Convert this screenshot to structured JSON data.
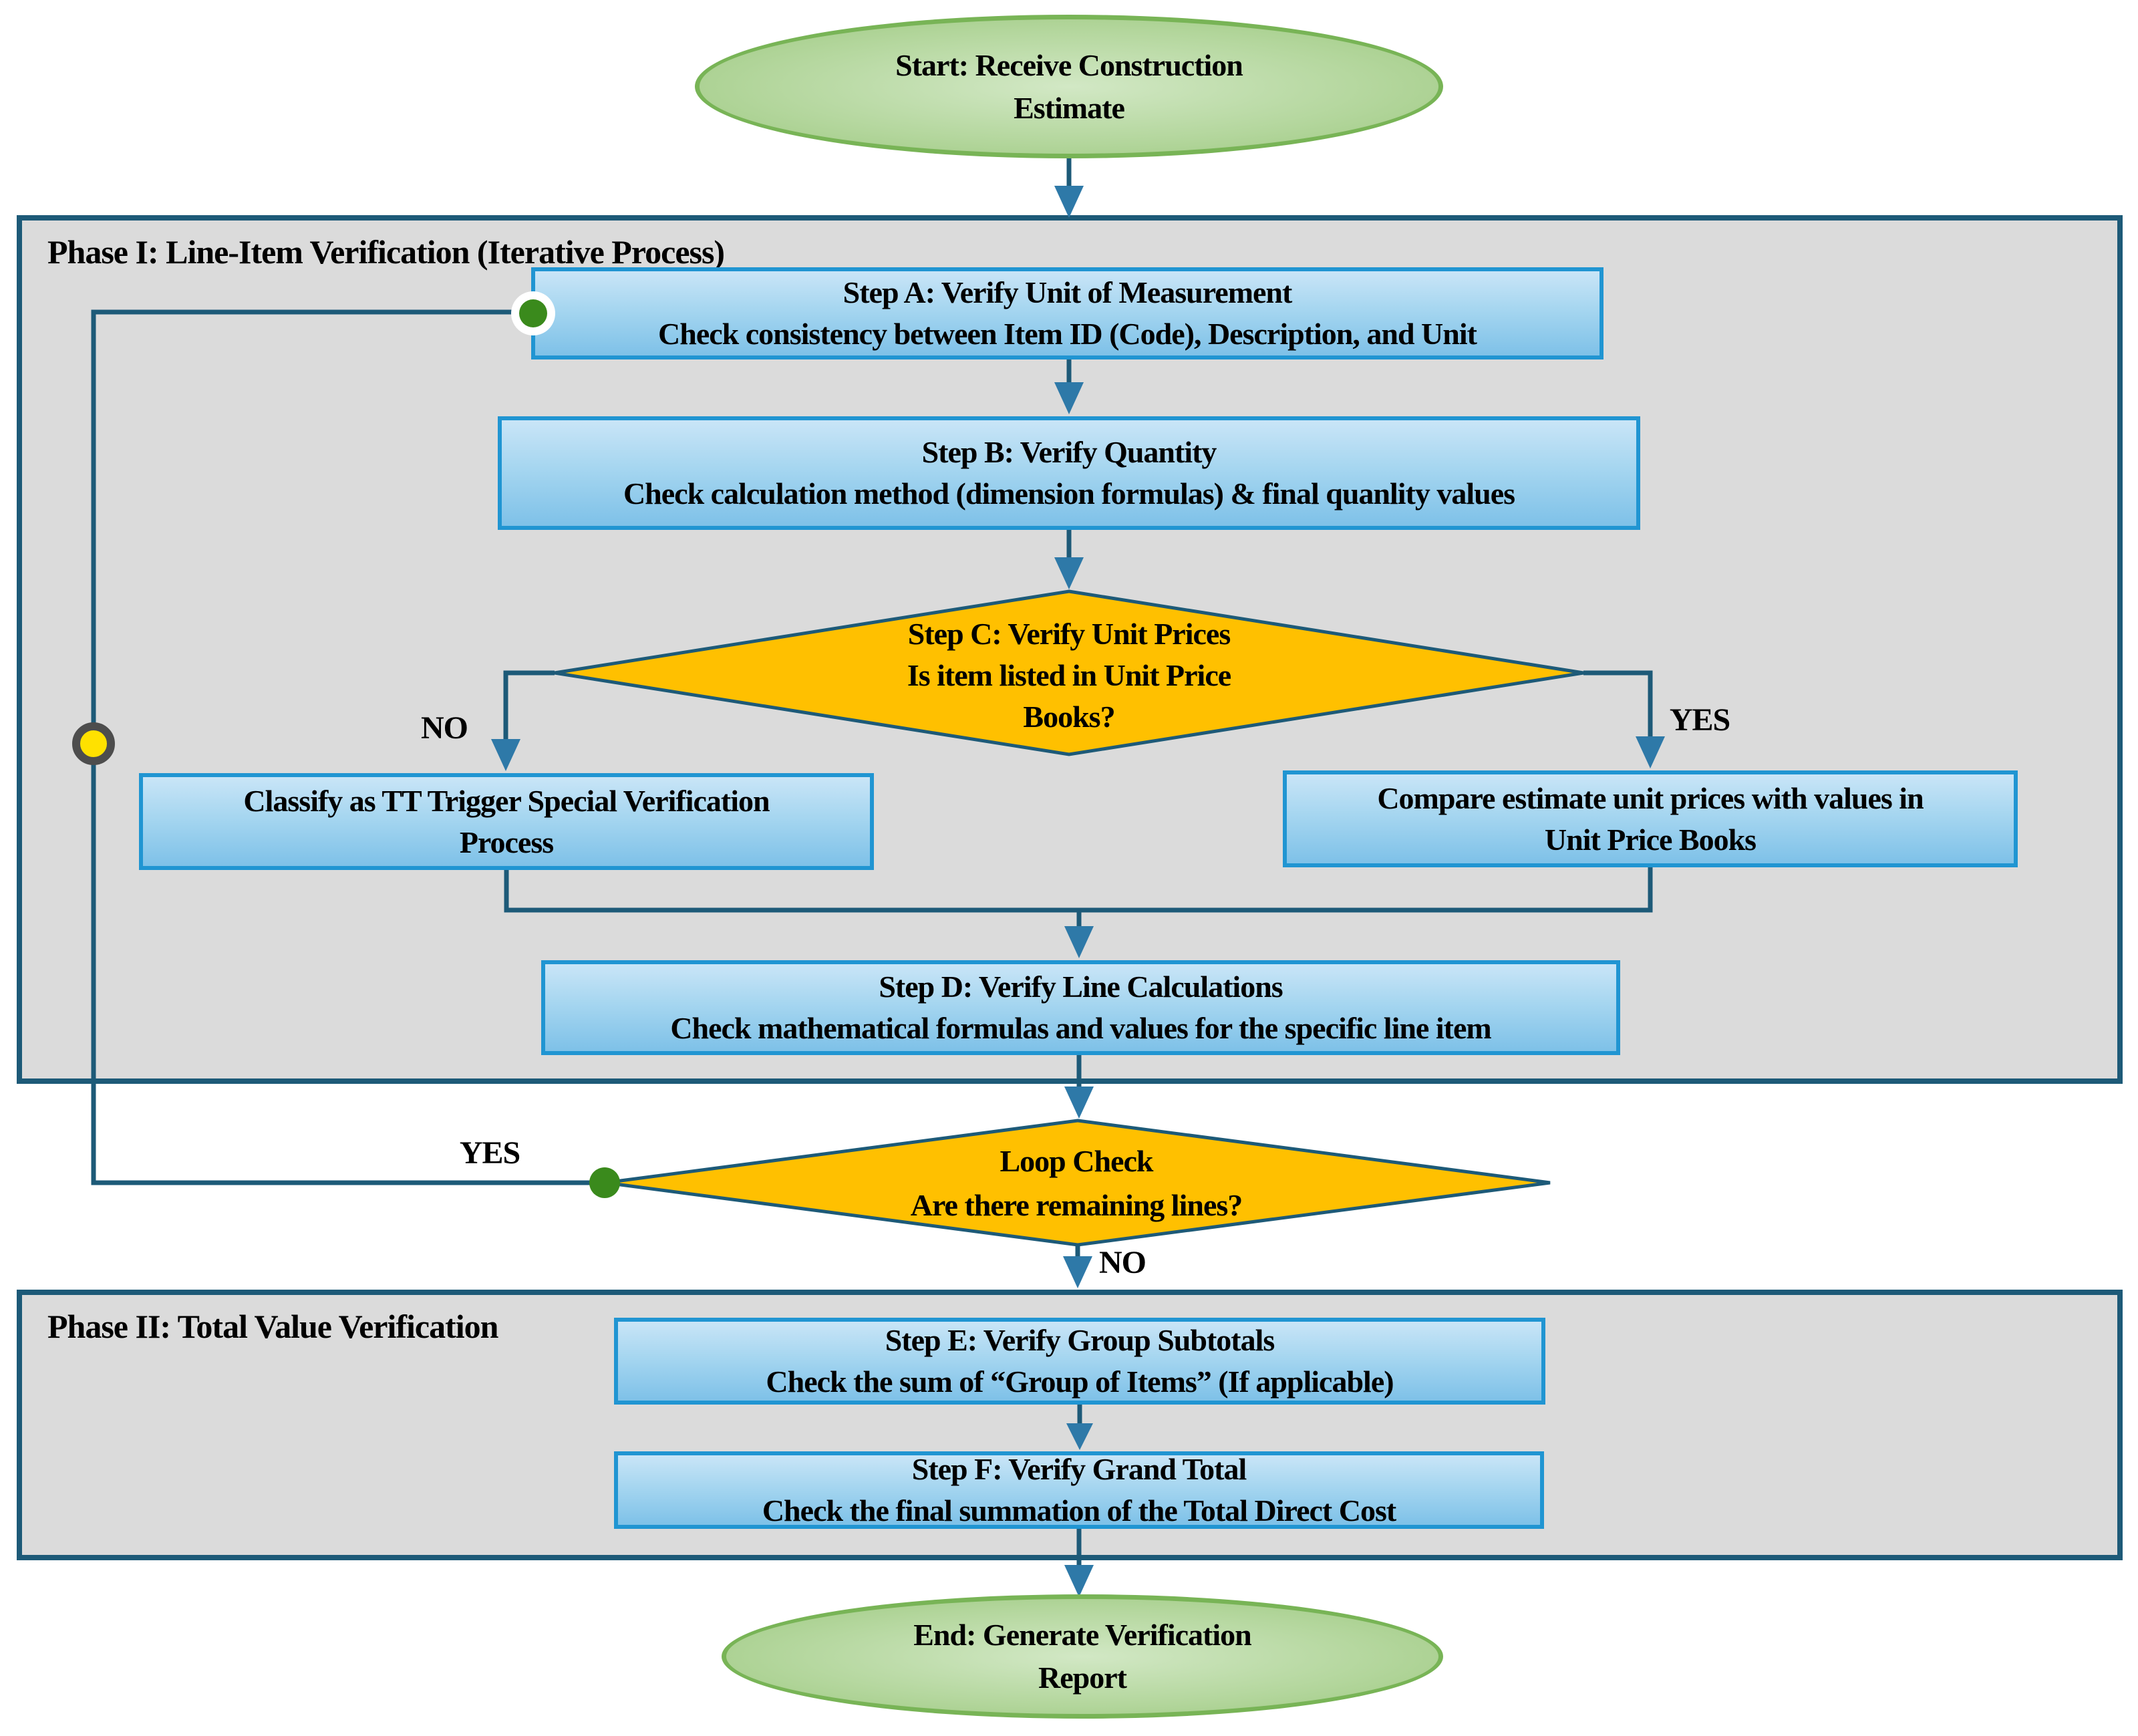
{
  "colors": {
    "phase_fill": "#dbdbdb",
    "phase_border": "#1d5a78",
    "process_fill_top": "#c9e5f7",
    "process_fill_bottom": "#7ec1e8",
    "process_border": "#2095d2",
    "decision_fill": "#ffc000",
    "decision_border": "#1d5a78",
    "terminal_fill": "#b3d69c",
    "terminal_border": "#78b456",
    "connector_line": "#1d5a78",
    "arrowhead": "#2e79a8",
    "loop_dot_green": "#3a8a1c",
    "loop_marker_yellow": "#ffe100",
    "loop_marker_ring": "#4d4d4d"
  },
  "flowchart": {
    "start": {
      "lines": [
        "Start: Receive Construction",
        "Estimate"
      ]
    },
    "phase1": {
      "label": "Phase I: Line-Item Verification (Iterative Process)",
      "step_a": {
        "lines": [
          "Step A: Verify Unit of Measurement",
          "Check consistency between Item ID (Code), Description, and Unit"
        ]
      },
      "step_b": {
        "lines": [
          "Step B: Verify Quantity",
          "Check calculation method (dimension formulas) & final quanlity values"
        ]
      },
      "step_c": {
        "lines": [
          "Step C: Verify Unit Prices",
          "Is item listed in Unit Price",
          "Books?"
        ]
      },
      "branch_no": {
        "label": "NO",
        "lines": [
          "Classify as TT Trigger Special Verification",
          "Process"
        ]
      },
      "branch_yes": {
        "label": "YES",
        "lines": [
          "Compare estimate unit prices with values in",
          "Unit Price Books"
        ]
      },
      "step_d": {
        "lines": [
          "Step D: Verify Line Calculations",
          "Check mathematical formulas and values for the specific line item"
        ]
      }
    },
    "loop_check": {
      "lines": [
        "Loop Check",
        "Are there remaining lines?"
      ],
      "yes_label": "YES",
      "no_label": "NO"
    },
    "phase2": {
      "label": "Phase II: Total Value Verification",
      "step_e": {
        "lines": [
          "Step E: Verify Group Subtotals",
          "Check the sum of “Group of Items” (If applicable)"
        ]
      },
      "step_f": {
        "lines": [
          "Step F: Verify Grand Total",
          "Check the final summation of the Total Direct Cost"
        ]
      }
    },
    "end": {
      "lines": [
        "End: Generate Verification",
        "Report"
      ]
    }
  }
}
